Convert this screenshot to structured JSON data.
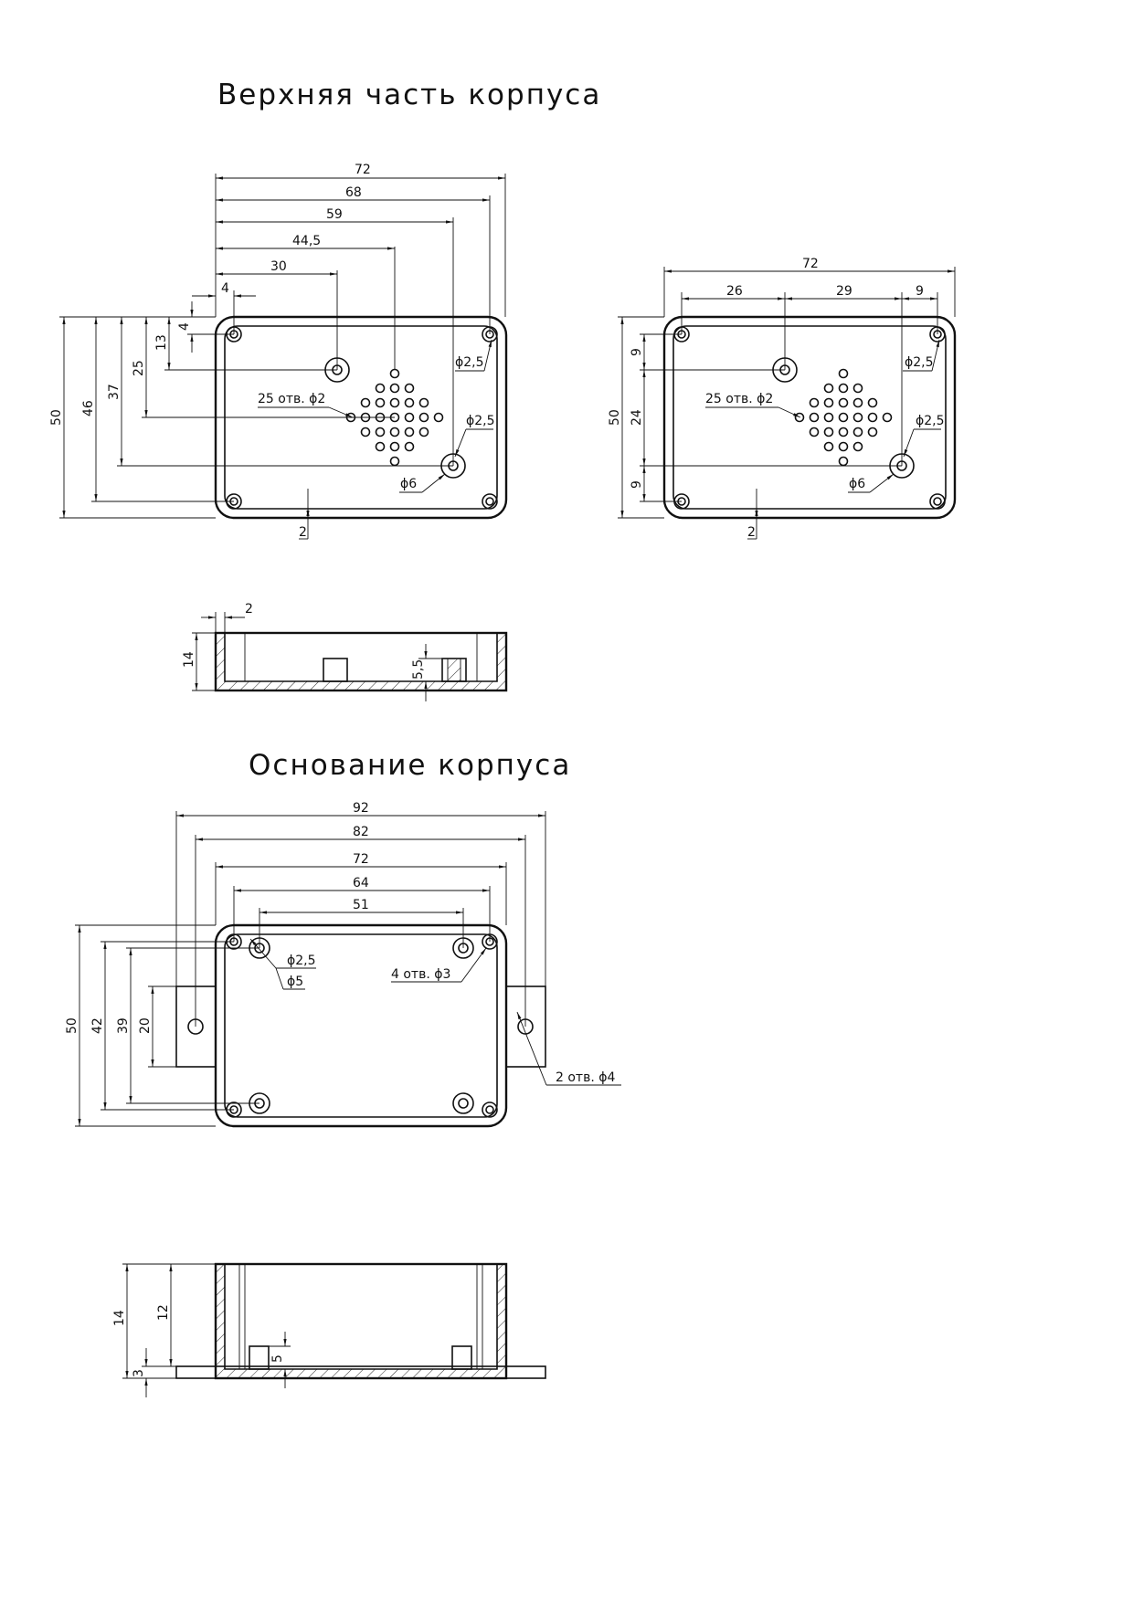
{
  "titles": {
    "top": "Верхняя часть корпуса",
    "base": "Основание корпуса"
  },
  "top_left": {
    "h": [
      "72",
      "68",
      "59",
      "44,5",
      "30",
      "4"
    ],
    "v": [
      "50",
      "46",
      "37",
      "25",
      "13",
      "4"
    ],
    "holes_label": "25 отв. ϕ2",
    "d25a": "ϕ2,5",
    "d25b": "ϕ2,5",
    "d6": "ϕ6",
    "wall": "2"
  },
  "top_right": {
    "h": [
      "72",
      "26",
      "29",
      "9"
    ],
    "v": [
      "50",
      "9",
      "24",
      "9"
    ],
    "holes_label": "25 отв. ϕ2",
    "d25a": "ϕ2,5",
    "d25b": "ϕ2,5",
    "d6": "ϕ6",
    "wall": "2"
  },
  "top_side": {
    "wall": "2",
    "height": "14",
    "boss": "5,5"
  },
  "base_plan": {
    "h": [
      "92",
      "82",
      "72",
      "64",
      "51"
    ],
    "v": [
      "50",
      "42",
      "39",
      "20"
    ],
    "d25": "ϕ2,5",
    "d5": "ϕ5",
    "holes3": "4 отв. ϕ3",
    "holes4": "2 отв. ϕ4"
  },
  "base_side": {
    "total": "14",
    "inner": "12",
    "flange": "3",
    "boss": "5"
  }
}
